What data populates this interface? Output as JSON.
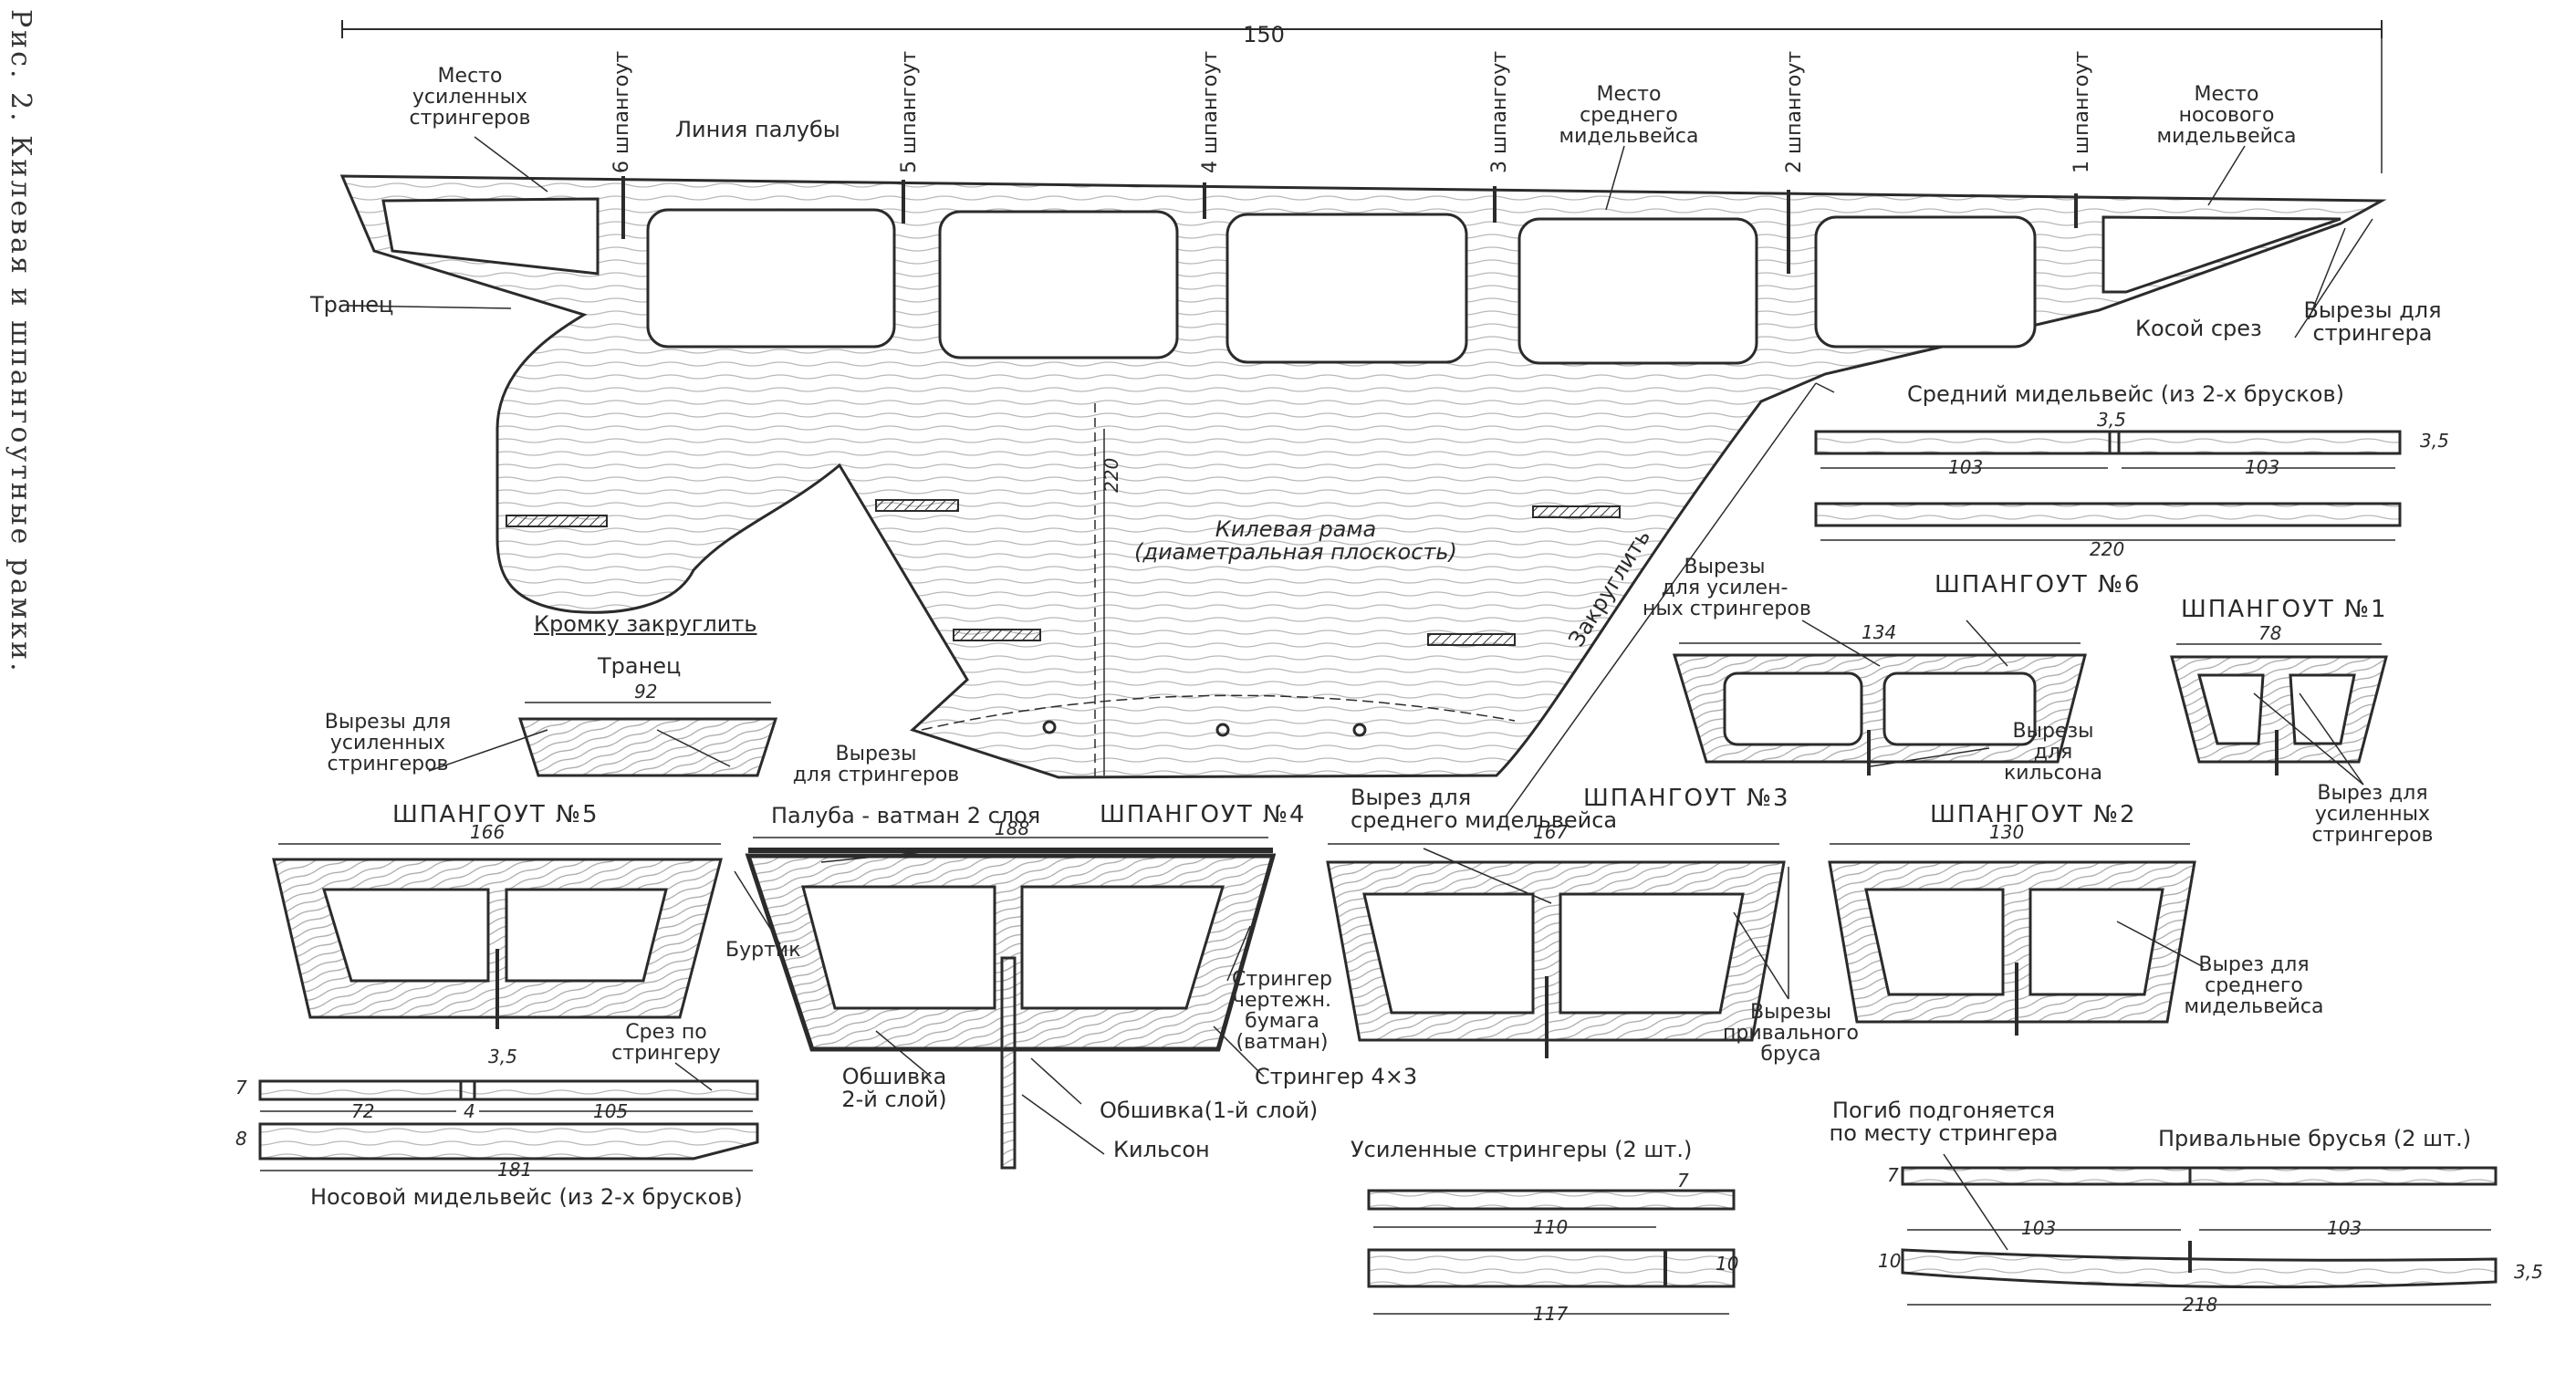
{
  "caption": "Рис. 2. Килевая и шпангоутные рамки.",
  "overall_dim": "150",
  "keel": {
    "reinforced_stringers": "Место\nусиленных\nстрингеров",
    "deck_line": "Линия палубы",
    "frames": [
      "6 шпангоут",
      "5 шпангоут",
      "4 шпангоут",
      "3 шпангоут",
      "2 шпангоут",
      "1 шпангоут"
    ],
    "mid_deck_beam_place": "Место\nсреднего\nмидельвейса",
    "bow_deck_beam_place": "Место\nносового\nмидельвейса",
    "transom": "Транец",
    "oblique_cut": "Косой срез",
    "stringer_cutouts": "Вырезы для\nстрингера",
    "height_dim": "220",
    "keel_frame": "Килевая рама\n(диаметральная плоскость)",
    "round_edge": "Кромку закруглить",
    "round": "Закруглить"
  },
  "mid_deck_beam": {
    "title": "Средний мидельвейс (из 2-х брусков)",
    "d_notch": "3,5",
    "d_thick": "3,5",
    "d_left": "103",
    "d_right": "103",
    "d_total": "220"
  },
  "frame6": {
    "title": "ШПАНГОУТ №6",
    "width": "134",
    "label_reinforced": "Вырезы\nдля усилен-\nных стрингеров",
    "label_kelson": "Вырезы\nдля\nкильсона"
  },
  "frame1": {
    "title": "ШПАНГОУТ №1",
    "width": "78",
    "label": "Вырез для\nусиленных\nстрингеров"
  },
  "transom_frame": {
    "title": "Транец",
    "width": "92",
    "label_reinforced": "Вырезы для\nусиленных\nстрингеров",
    "label_stringers": "Вырезы\nдля стрингеров"
  },
  "frame5": {
    "title": "ШПАНГОУТ №5",
    "width": "166",
    "label_rail": "Буртик"
  },
  "frame4": {
    "title": "ШПАНГОУТ №4",
    "width": "188",
    "deck": "Палуба - ватман 2 слоя",
    "stringer_paper": "Стрингер\nчертежн.\nбумага\n(ватман)",
    "stringer_4x3": "Стрингер 4×3",
    "skin2": "Обшивка\n2-й слой)",
    "skin1": "Обшивка(1-й слой)",
    "kelson": "Кильсон"
  },
  "frame3": {
    "title": "ШПАНГОУТ №3",
    "width": "167",
    "label_mid": "Вырез для\nсреднего мидельвейса",
    "label_rail": "Вырезы\nпривального\nбруса"
  },
  "frame2": {
    "title": "ШПАНГОУТ №2",
    "width": "130",
    "label_mid": "Вырез для\nсреднего\nмидельвейса"
  },
  "bow_deck_beam": {
    "title": "Носовой мидельвейс (из 2-х брусков)",
    "cut": "Срез по\nстрингеру",
    "d_notch": "3,5",
    "d_thick1": "7",
    "d_thick2": "8",
    "d_left": "72",
    "d_mid": "4",
    "d_right": "105",
    "d_total": "181"
  },
  "reinforced_stringers_part": {
    "title": "Усиленные стрингеры (2 шт.)",
    "d_notch": "7",
    "d_len": "110",
    "d_h": "10",
    "d_total": "117"
  },
  "rail_bars": {
    "title": "Привальные брусья (2 шт.)",
    "bend": "Погиб подгоняется\nпо месту стрингера",
    "d_thick": "7",
    "d_h": "10",
    "d_left": "103",
    "d_right": "103",
    "d_step": "3,5",
    "d_total": "218"
  }
}
